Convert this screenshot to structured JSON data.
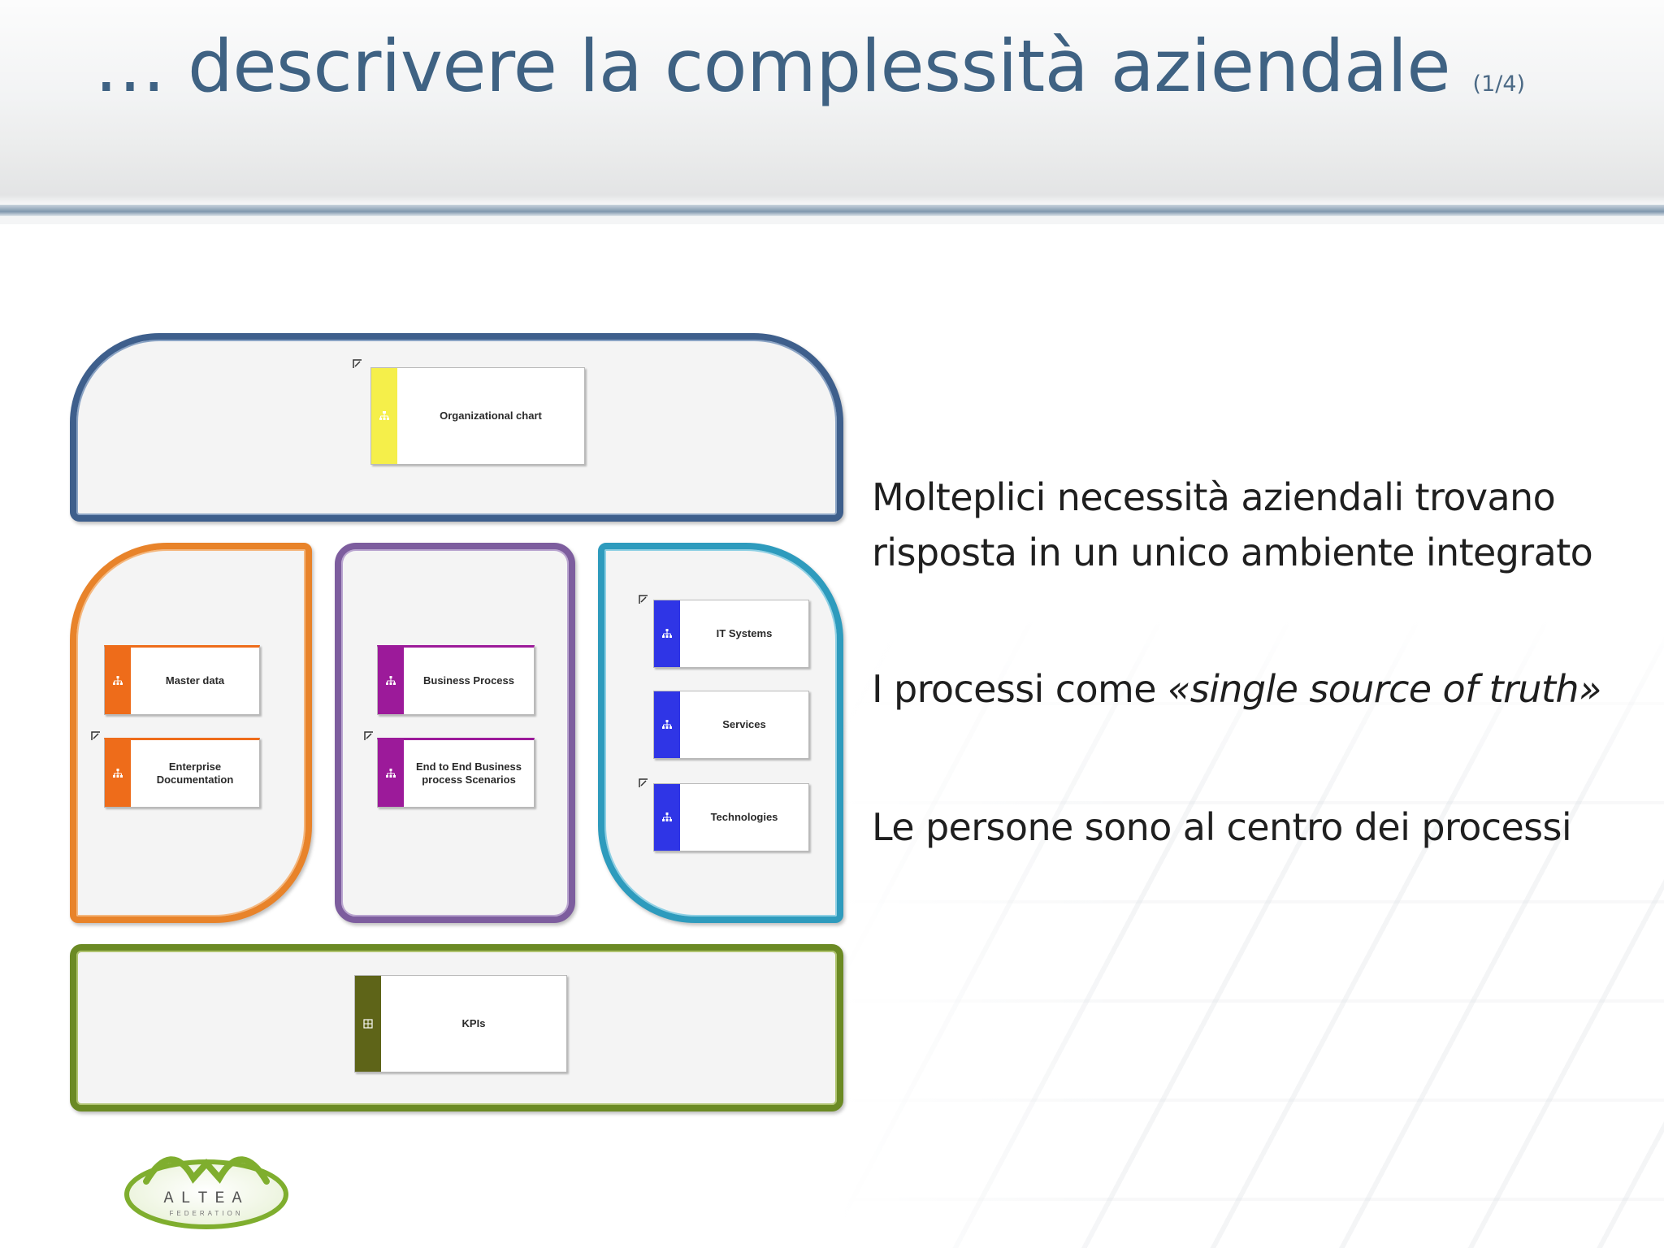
{
  "slide": {
    "title": "… descrivere la complessità aziendale",
    "pager": "(1/4)"
  },
  "diagram": {
    "zones": [
      {
        "id": "org",
        "color": "#3e5f8c",
        "nodes": [
          {
            "label": "Organizational chart",
            "tab_color": "#f5ef4a",
            "icon": "org-chart-icon"
          }
        ]
      },
      {
        "id": "left",
        "color": "#e8832a",
        "nodes": [
          {
            "label": "Master data",
            "tab_color": "#ee6c1a",
            "icon": "hierarchy-icon"
          },
          {
            "label": "Enterprise Documentation",
            "tab_color": "#ee6c1a",
            "icon": "hierarchy-icon"
          }
        ]
      },
      {
        "id": "mid",
        "color": "#7d5d9e",
        "nodes": [
          {
            "label": "Business Process",
            "tab_color": "#9c1a9a",
            "icon": "hierarchy-icon"
          },
          {
            "label": "End to End Business process Scenarios",
            "tab_color": "#9c1a9a",
            "icon": "hierarchy-icon"
          }
        ]
      },
      {
        "id": "right",
        "color": "#2e9bbd",
        "nodes": [
          {
            "label": "IT Systems",
            "tab_color": "#2f35e6",
            "icon": "hierarchy-icon"
          },
          {
            "label": "Services",
            "tab_color": "#2f35e6",
            "icon": "hierarchy-icon"
          },
          {
            "label": "Technologies",
            "tab_color": "#2f35e6",
            "icon": "hierarchy-icon"
          }
        ]
      },
      {
        "id": "kpi",
        "color": "#6b8a24",
        "nodes": [
          {
            "label": "KPIs",
            "tab_color": "#5e6418",
            "icon": "kpi-icon"
          }
        ]
      }
    ]
  },
  "bullets": {
    "b1_line1": "Molteplici necessità aziendali trovano",
    "b1_line2": "risposta in un unico ambiente integrato",
    "b2_prefix": "I processi come ",
    "b2_italic": "«single source of truth»",
    "b3": "Le persone sono al centro dei processi"
  },
  "logo": {
    "name": "ALTEA",
    "sub": "FEDERATION",
    "color": "#7fae2e"
  }
}
